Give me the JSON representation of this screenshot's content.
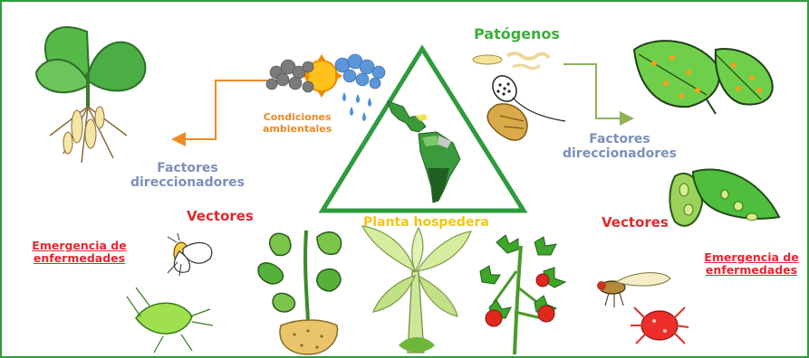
{
  "title": "",
  "colors": {
    "frame": "#2e9b3e",
    "triangle": "#2e9b3e",
    "patogenos": "#3cae3a",
    "condiciones": "#ef8a22",
    "factores": "#7b8fb8",
    "vectores": "#e0282f",
    "planta": "#f2c418",
    "arrow_left": "#ef8a22",
    "arrow_right": "#8fb15a"
  },
  "labels": {
    "patogenos": "Patógenos",
    "condiciones_line1": "Condiciones",
    "condiciones_line2": "ambientales",
    "factores_left_line1": "Factores",
    "factores_left_line2": "direccionadores",
    "factores_right_line1": "Factores",
    "factores_right_line2": "direccionadores",
    "vectores_left": "Vectores",
    "vectores_right": "Vectores",
    "planta_hospedera": "Planta hospedera",
    "emergencia_left_line1": "Emergencia de",
    "emergencia_left_line2": "enfermedades",
    "emergencia_right_line1": "Emergencia de",
    "emergencia_right_line2": "enfermedades"
  },
  "icons": [
    "plant-root-icon",
    "storm-cloud-sun-icon",
    "americas-map-icon",
    "pathogen-icon",
    "infected-leaves-icon",
    "diseased-leaves-icon",
    "whitefly-icon",
    "aphid-icon",
    "bean-plant-icon",
    "banana-plant-icon",
    "tomato-plant-icon",
    "fruit-fly-icon",
    "red-mite-icon"
  ]
}
